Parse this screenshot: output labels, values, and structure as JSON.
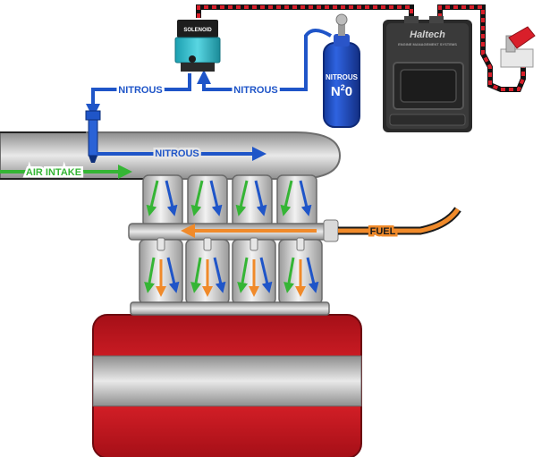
{
  "labels": {
    "solenoid": "SOLENOID",
    "nitrous_solenoid_left": "NITROUS",
    "nitrous_solenoid_right": "NITROUS",
    "nitrous_manifold": "NITROUS",
    "air_intake": "AIR INTAKE",
    "fuel": "FUEL",
    "bottle_label": "NITROUS",
    "bottle_formula": "N",
    "bottle_formula_sup": "2",
    "bottle_formula_end": "0",
    "ecu_brand": "Haltech",
    "ecu_sub": "ENGINE MANAGEMENT SYSTEMS"
  },
  "colors": {
    "nitrous": "#1f55c8",
    "air": "#35b535",
    "fuel": "#f08a2a",
    "block_red": "#c8141e",
    "wire_red": "#d91f2a",
    "ecu_dark": "#2a2a2a",
    "bottle_blue": "#1b3fae",
    "metal": "#c9c9c9"
  },
  "icons": {
    "ecu": "ecu-icon",
    "switch": "arming-switch-icon",
    "bottle": "nitrous-bottle-icon",
    "solenoid": "solenoid-icon"
  }
}
